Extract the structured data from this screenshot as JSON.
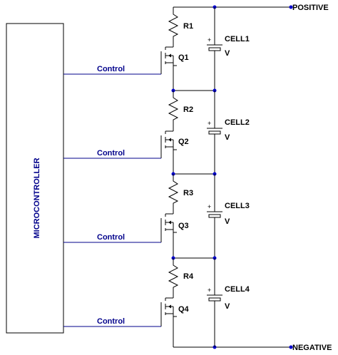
{
  "rails": {
    "positive": "POSITIVE",
    "negative": "NEGATIVE"
  },
  "microcontroller": {
    "label": "MICROCONTROLLER"
  },
  "stages": [
    {
      "resistor": "R1",
      "transistor": "Q1",
      "cell": "CELL1",
      "voltage": "V",
      "control": "Control",
      "plus": "+"
    },
    {
      "resistor": "R2",
      "transistor": "Q2",
      "cell": "CELL2",
      "voltage": "V",
      "control": "Control",
      "plus": "+"
    },
    {
      "resistor": "R3",
      "transistor": "Q3",
      "cell": "CELL3",
      "voltage": "V",
      "control": "Control",
      "plus": "+"
    },
    {
      "resistor": "R4",
      "transistor": "Q4",
      "cell": "CELL4",
      "voltage": "V",
      "control": "Control",
      "plus": "+"
    }
  ],
  "colors": {
    "wire": "#000000",
    "control": "#00008b",
    "junction": "#0000cc"
  }
}
